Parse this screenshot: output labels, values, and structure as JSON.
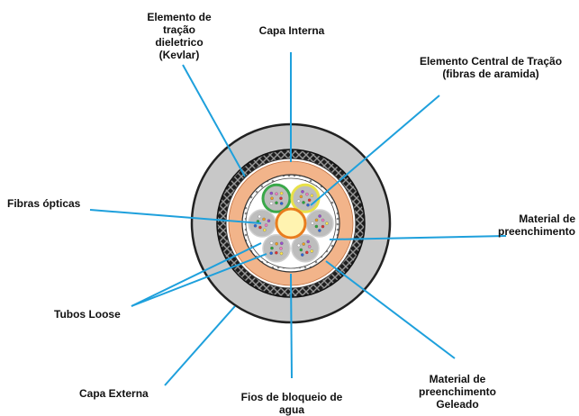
{
  "labels": {
    "elemento_tracao_dieletrico": [
      "Elemento de",
      "tração",
      "dieletrico",
      "(Kevlar)"
    ],
    "capa_interna": [
      "Capa Interna"
    ],
    "elemento_central": [
      "Elemento Central de Tração",
      "(fibras de aramida)"
    ],
    "fibras_opticas": [
      "Fibras ópticas"
    ],
    "material_preenchimento": [
      "Material de",
      "preenchimento"
    ],
    "tubos_loose": [
      "Tubos Loose"
    ],
    "capa_externa": [
      "Capa Externa"
    ],
    "fios_bloqueio": [
      "Fios de bloqueio de",
      "agua"
    ],
    "material_preenchimento_geleado": [
      "Material de",
      "preenchimento",
      "Geleado"
    ]
  },
  "colors": {
    "leader": "#1ea0dc",
    "outer_jacket": "#c8c8c8",
    "armor": "#2a2a2a",
    "orange_layer": "#f2b48a",
    "tube_fill": "#bdbdbd",
    "central_member": "#fff3b0",
    "central_ring": "#e87d1e"
  }
}
